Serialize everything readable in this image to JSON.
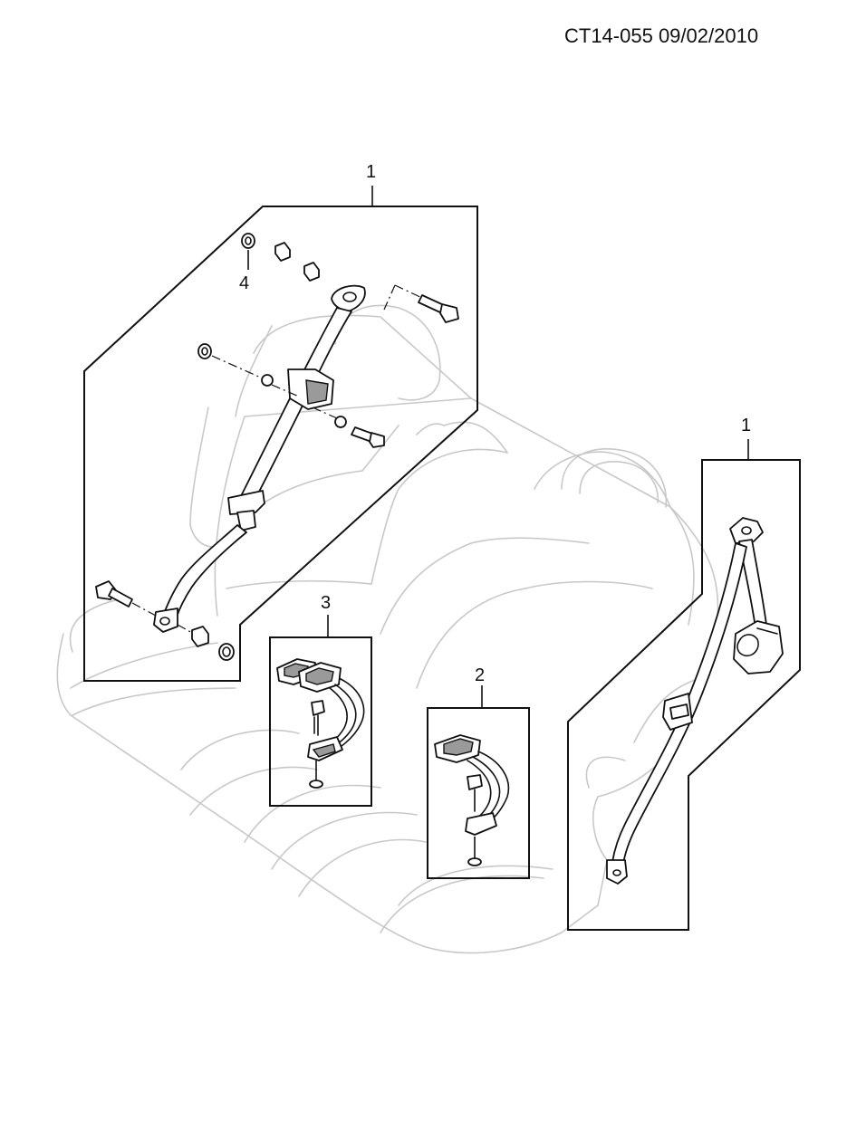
{
  "header": {
    "doc_ref": "CT14-055 09/02/2010"
  },
  "callouts": {
    "left_belt": "1",
    "right_belt": "1",
    "buckle_center": "3",
    "buckle_right": "2",
    "washer": "4"
  },
  "colors": {
    "line": "#111111",
    "ghost_seat": "#c8c8c8",
    "background": "#ffffff"
  }
}
